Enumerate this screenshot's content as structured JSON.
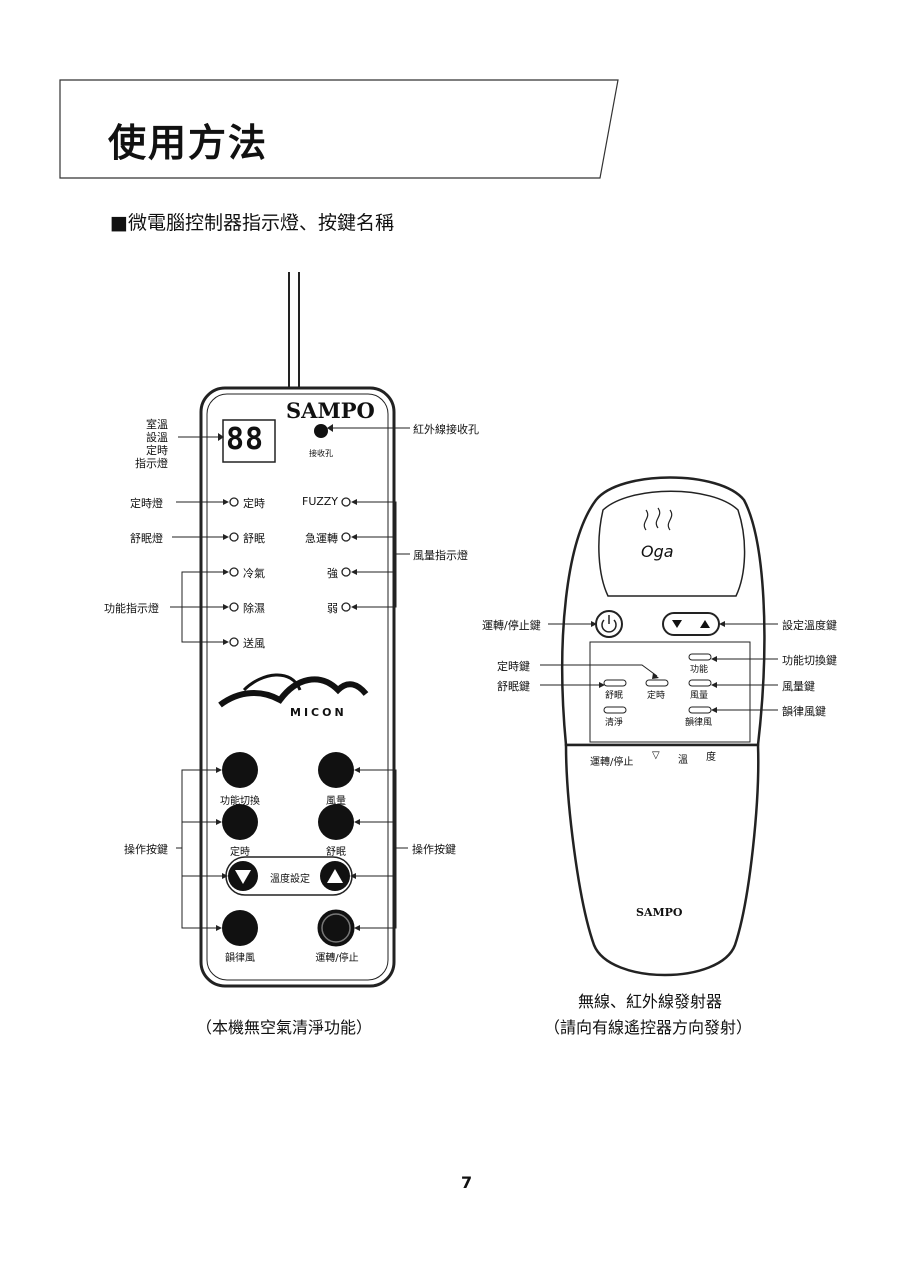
{
  "page": {
    "title": "使用方法",
    "subtitle": "■微電腦控制器指示燈、按鍵名稱",
    "page_number": "7"
  },
  "wired_controller": {
    "brand": "SAMPO",
    "display_value": "88",
    "receiver_label": "接收孔",
    "display_callout": [
      "室溫",
      "設溫",
      "定時",
      "指示燈"
    ],
    "left_indicators": [
      "定時",
      "舒眠",
      "冷氣",
      "除濕",
      "送風"
    ],
    "right_indicators": [
      "FUZZY",
      "急運轉",
      "強",
      "弱"
    ],
    "left_callouts": {
      "timer_lamp": "定時燈",
      "sleep_lamp": "舒眠燈",
      "function_lamps": "功能指示燈"
    },
    "right_callouts": {
      "ir_receiver": "紅外線接收孔",
      "fan_lamps": "風量指示燈"
    },
    "micon_logo": "MICON",
    "buttons": {
      "function_switch": "功能切換",
      "fan_volume": "風量",
      "timer": "定時",
      "sleep": "舒眠",
      "temp_setting": "溫度設定",
      "rhythm_wind": "韻律風",
      "run_stop": "運轉/停止"
    },
    "operation_keys_label": "操作按鍵",
    "caption": "（本機無空氣清淨功能）"
  },
  "remote": {
    "logo": "Oga",
    "brand": "SAMPO",
    "left_callouts": {
      "run_stop": "運轉/停止鍵",
      "timer": "定時鍵",
      "sleep": "舒眠鍵"
    },
    "right_callouts": {
      "temp": "設定溫度鍵",
      "function": "功能切換鍵",
      "fan": "風量鍵",
      "rhythm": "韻律風鍵"
    },
    "panel_labels": {
      "function": "功能",
      "sleep": "舒眠",
      "timer": "定時",
      "fan": "風量",
      "clean": "清淨",
      "rhythm": "韻律風"
    },
    "bottom_labels": {
      "run_stop": "運轉/停止",
      "temp1": "溫",
      "temp2": "度"
    },
    "caption_line1": "無線、紅外線發射器",
    "caption_line2": "（請向有線遙控器方向發射）"
  }
}
